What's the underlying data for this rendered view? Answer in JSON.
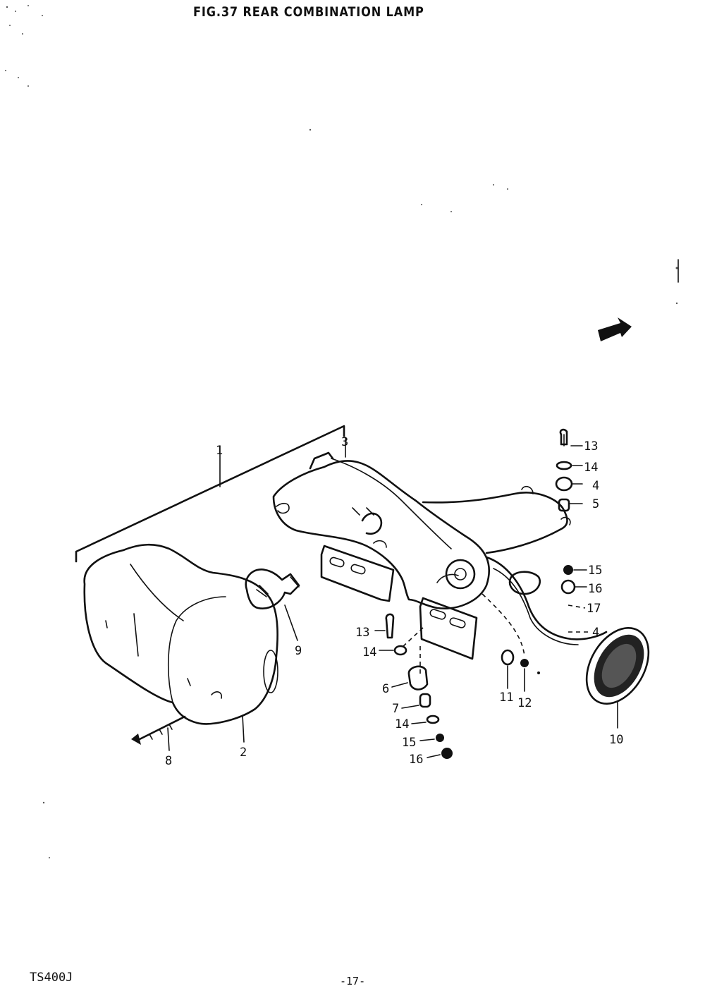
{
  "title": "FIG.37  REAR COMBINATION LAMP",
  "footer": {
    "model": "TS400J",
    "page": "-17-"
  },
  "callouts": [
    {
      "id": "c1",
      "label": "1"
    },
    {
      "id": "c2",
      "label": "2"
    },
    {
      "id": "c3",
      "label": "3"
    },
    {
      "id": "c4a",
      "label": "4"
    },
    {
      "id": "c4b",
      "label": "4"
    },
    {
      "id": "c5",
      "label": "5"
    },
    {
      "id": "c6",
      "label": "6"
    },
    {
      "id": "c7",
      "label": "7"
    },
    {
      "id": "c8",
      "label": "8"
    },
    {
      "id": "c9",
      "label": "9"
    },
    {
      "id": "c10",
      "label": "10"
    },
    {
      "id": "c11",
      "label": "11"
    },
    {
      "id": "c12",
      "label": "12"
    },
    {
      "id": "c13a",
      "label": "13"
    },
    {
      "id": "c13b",
      "label": "13"
    },
    {
      "id": "c14a",
      "label": "14"
    },
    {
      "id": "c14b",
      "label": "14"
    },
    {
      "id": "c14c",
      "label": "14"
    },
    {
      "id": "c15a",
      "label": "15"
    },
    {
      "id": "c15b",
      "label": "15"
    },
    {
      "id": "c16a",
      "label": "16"
    },
    {
      "id": "c16b",
      "label": "16"
    },
    {
      "id": "c17",
      "label": "17"
    }
  ]
}
